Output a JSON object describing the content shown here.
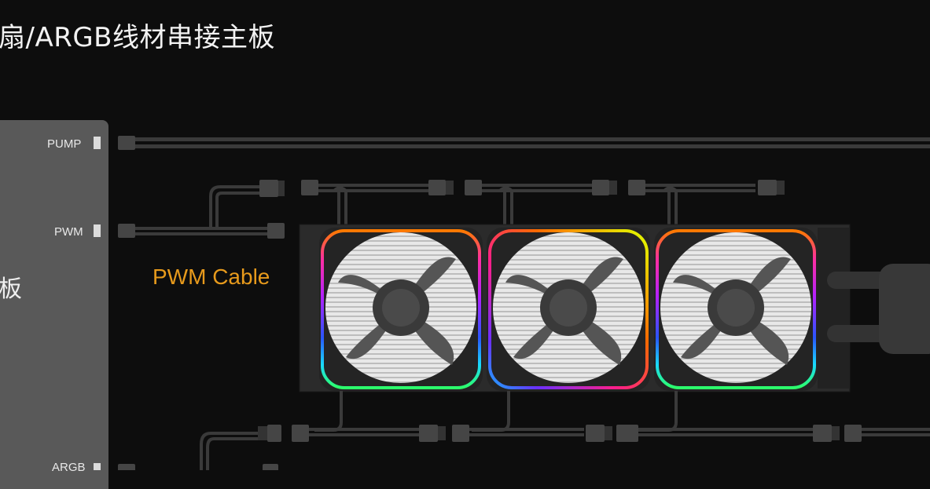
{
  "header": {
    "title": "扇/ARGB线材串接主板"
  },
  "motherboard": {
    "label": "板",
    "ports": {
      "pump": "PUMP",
      "pwm": "PWM",
      "argb": "ARGB"
    }
  },
  "annotations": {
    "pwm_cable": "PWM Cable"
  },
  "colors": {
    "background": "#0d0d0d",
    "board": "#595959",
    "accent": "#e79a1c",
    "cable": "#3a3a3a",
    "radiator": "#2b2b2b"
  },
  "components": {
    "fans": [
      "fan-1",
      "fan-2",
      "fan-3"
    ],
    "rgb_ring": "rainbow"
  }
}
